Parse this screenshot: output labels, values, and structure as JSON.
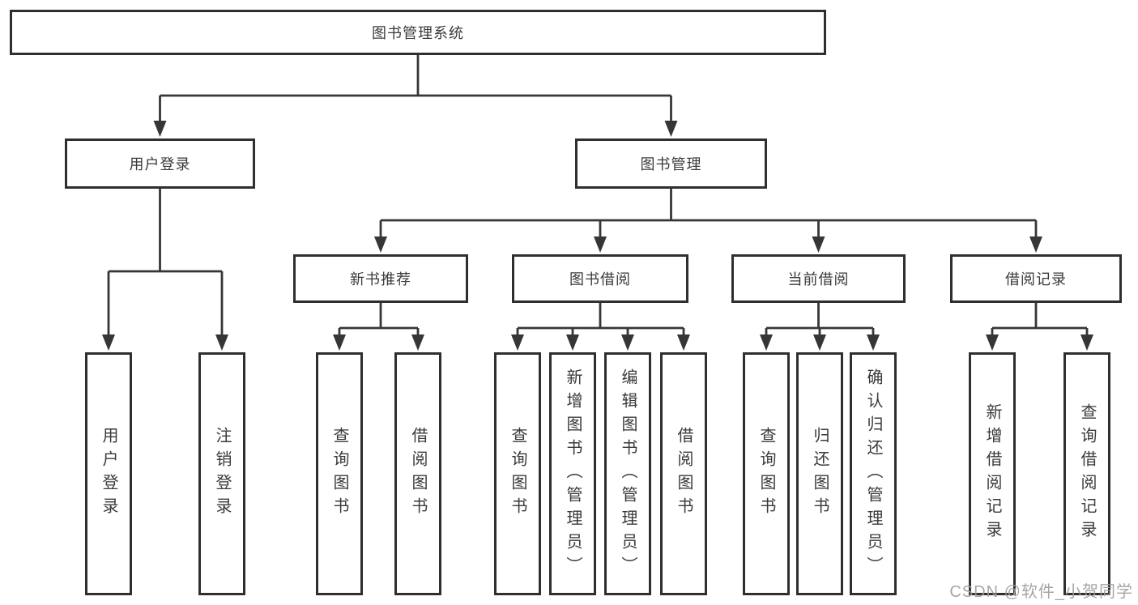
{
  "diagram": {
    "title": "图书管理系统",
    "type": "tree-structure-diagram",
    "line_color": "#363636",
    "box_border_color": "#2f2f2f",
    "box_fill_color": "#ffffff",
    "text_color": "#3a3a3c",
    "watermark": "CSDN @软件_小贺同学",
    "nodes": {
      "root": "图书管理系统",
      "user_login": "用户登录",
      "book_mgmt": "图书管理",
      "new_book_rec": "新书推荐",
      "book_borrow": "图书借阅",
      "current_borrow": "当前借阅",
      "borrow_records": "借阅记录",
      "ul_login": "用户登录",
      "ul_logout": "注销登录",
      "nbr_query": "查询图书",
      "nbr_borrow": "借阅图书",
      "bb_query": "查询图书",
      "bb_add": "新增图书（管理员）",
      "bb_edit": "编辑图书（管理员）",
      "bb_borrow": "借阅图书",
      "cb_query": "查询图书",
      "cb_return": "归还图书",
      "cb_confirm": "确认归还（管理员）",
      "br_add": "新增借阅记录",
      "br_query": "查询借阅记录"
    },
    "hierarchy": {
      "图书管理系统": {
        "用户登录": [
          "用户登录",
          "注销登录"
        ],
        "图书管理": {
          "新书推荐": [
            "查询图书",
            "借阅图书"
          ],
          "图书借阅": [
            "查询图书",
            "新增图书（管理员）",
            "编辑图书（管理员）",
            "借阅图书"
          ],
          "当前借阅": [
            "查询图书",
            "归还图书",
            "确认归还（管理员）"
          ],
          "借阅记录": [
            "新增借阅记录",
            "查询借阅记录"
          ]
        }
      }
    }
  }
}
